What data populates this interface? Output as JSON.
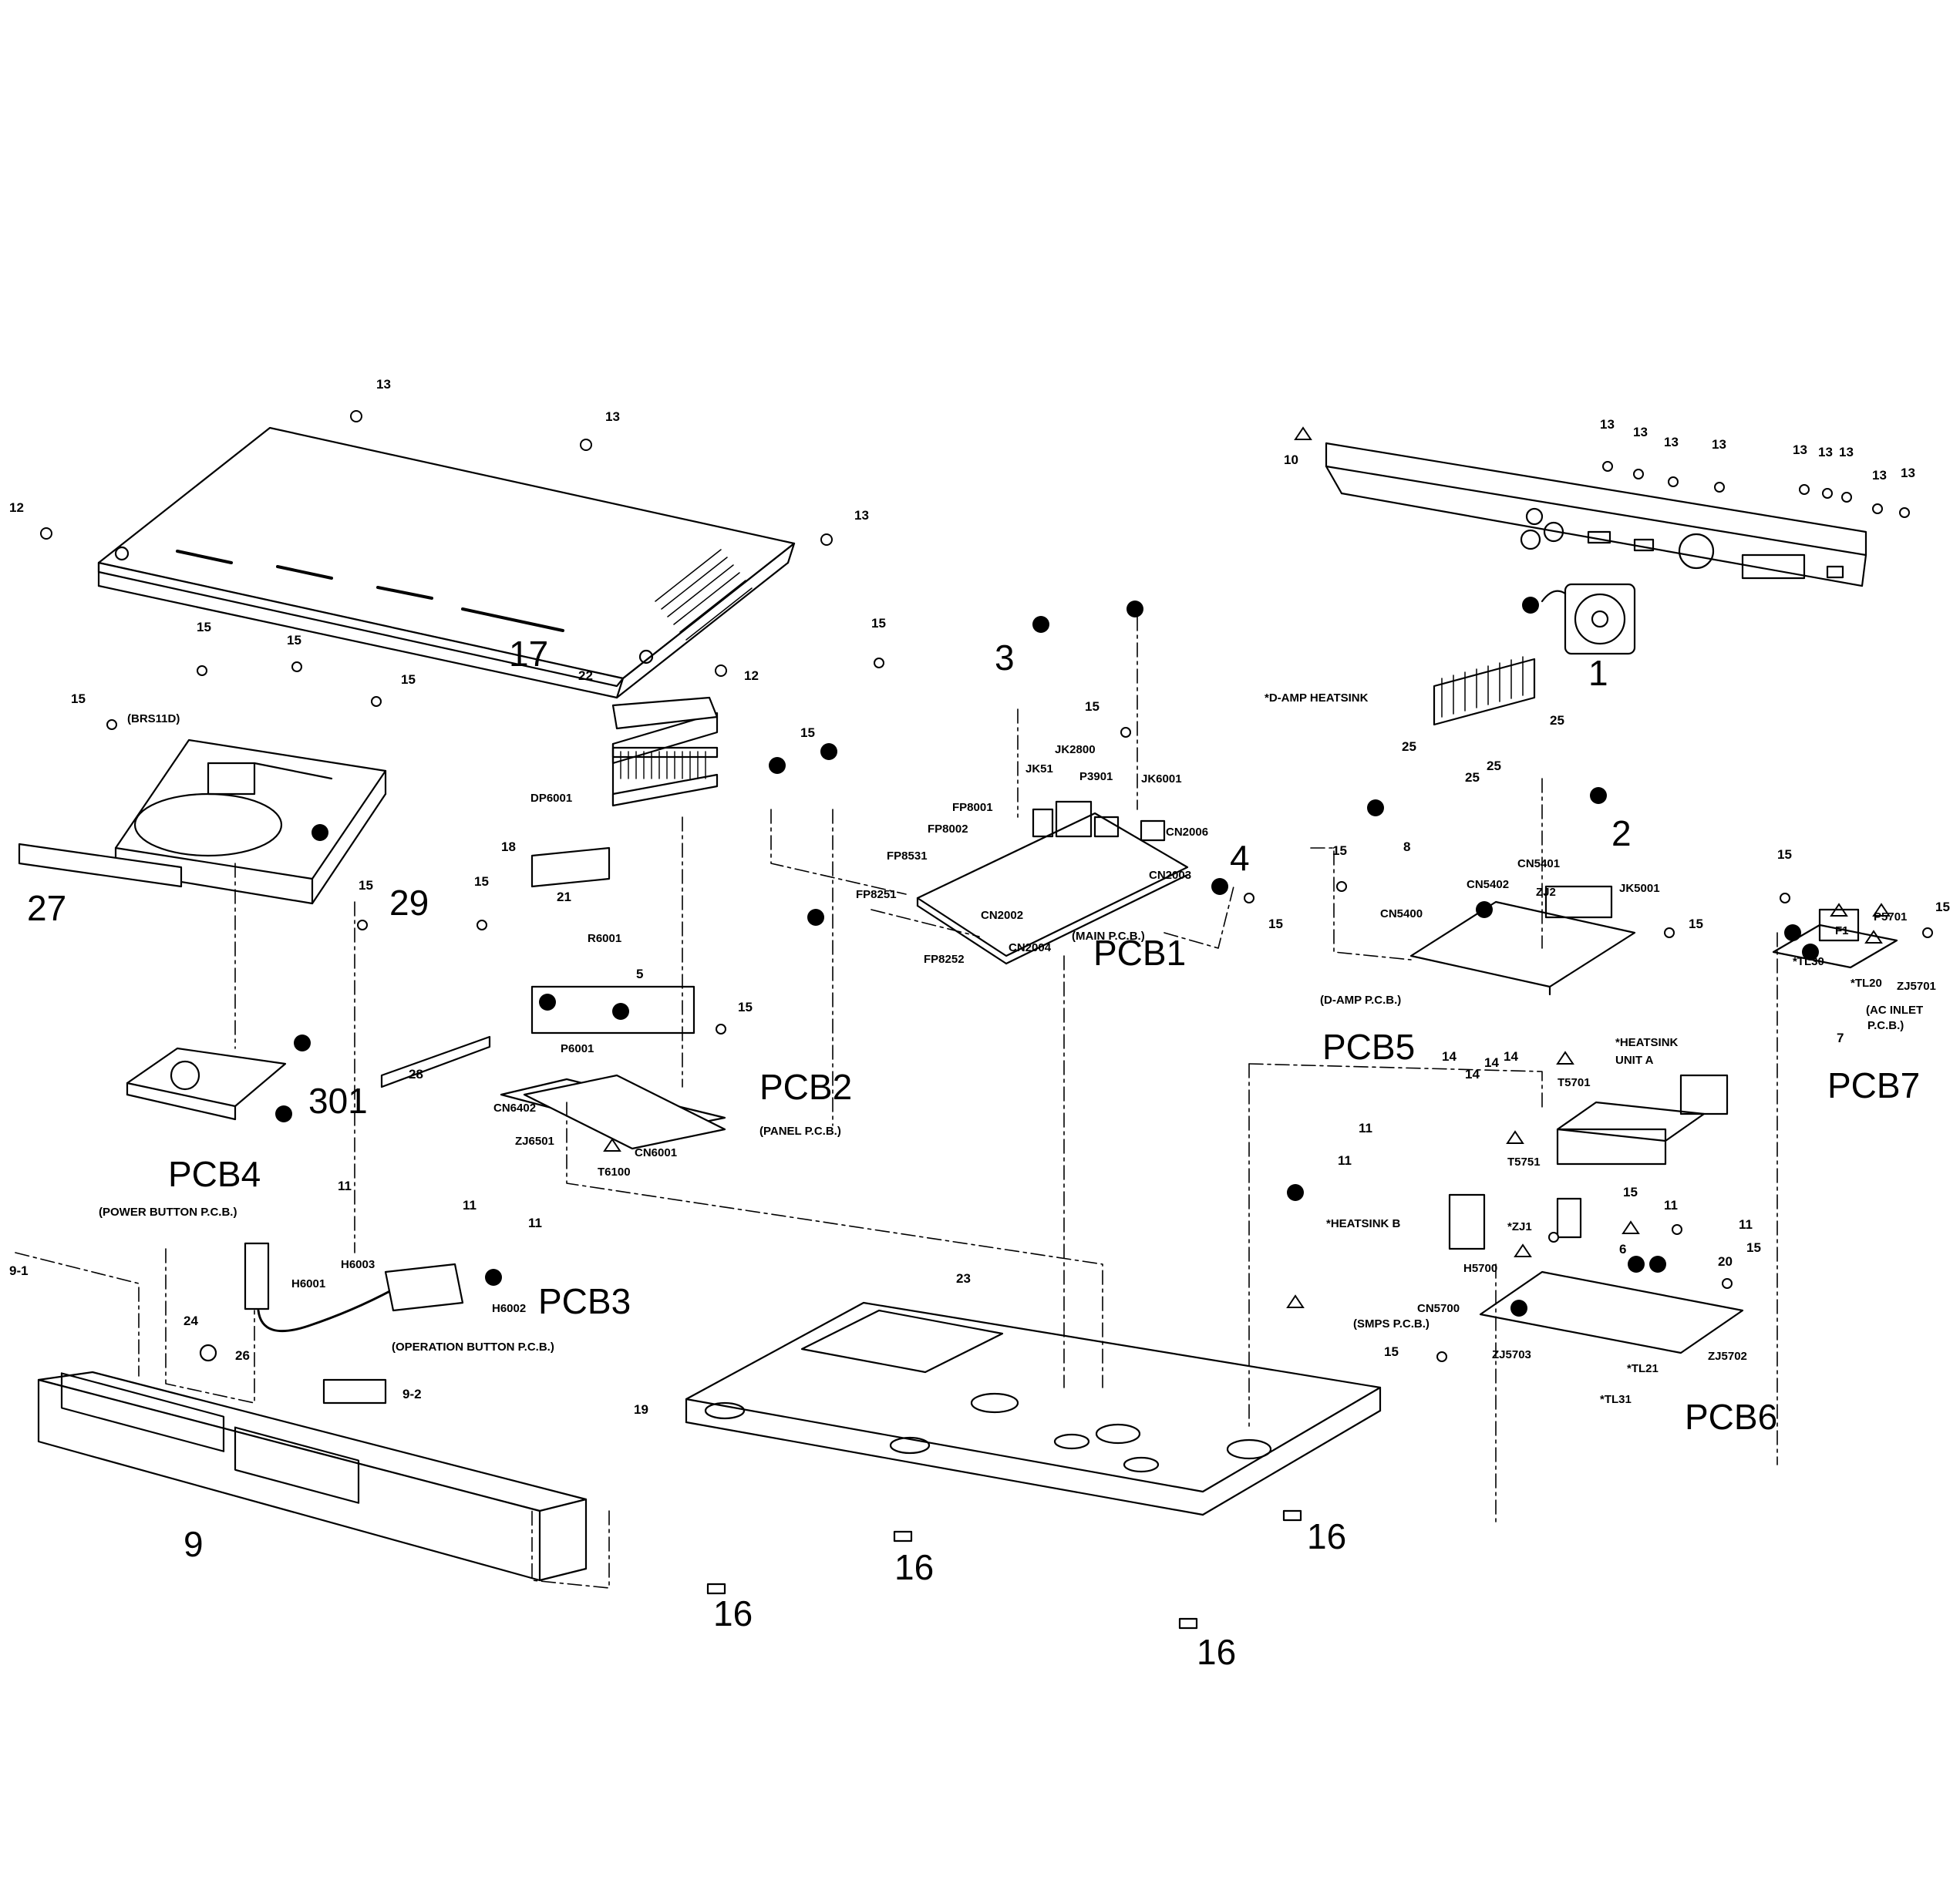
{
  "boards": {
    "pcb1": "PCB1",
    "pcb2": "PCB2",
    "pcb3": "PCB3",
    "pcb4": "PCB4",
    "pcb5": "PCB5",
    "pcb6": "PCB6",
    "pcb7": "PCB7"
  },
  "parts": {
    "p1": "1",
    "p2": "2",
    "p3": "3",
    "p4": "4",
    "p5": "5",
    "p6": "6",
    "p7": "7",
    "p8": "8",
    "p9": "9",
    "p9_1": "9-1",
    "p9_2": "9-2",
    "p10": "10",
    "p11": "11",
    "p12": "12",
    "p13": "13",
    "p14": "14",
    "p15": "15",
    "p16": "16",
    "p17": "17",
    "p18": "18",
    "p19": "19",
    "p20": "20",
    "p21": "21",
    "p22": "22",
    "p23": "23",
    "p24": "24",
    "p25": "25",
    "p26": "26",
    "p27": "27",
    "p28": "28",
    "p29": "29",
    "p301": "301"
  },
  "connectors": {
    "jk51": "JK51",
    "jk2800": "JK2800",
    "p3901": "P3901",
    "jk6001": "JK6001",
    "cn2006": "CN2006",
    "cn2003": "CN2003",
    "cn2002": "CN2002",
    "cn2004": "CN2004",
    "fp8001": "FP8001",
    "fp8002": "FP8002",
    "fp8531": "FP8531",
    "fp8251": "FP8251",
    "fp8252": "FP8252",
    "dp6001": "DP6001",
    "r6001": "R6001",
    "p6001": "P6001",
    "cn6402": "CN6402",
    "zj6501": "ZJ6501",
    "cn6001": "CN6001",
    "t6100": "T6100",
    "h6003": "H6003",
    "h6001": "H6001",
    "h6002": "H6002",
    "cn5401": "CN5401",
    "cn5402": "CN5402",
    "zj2": "ZJ2",
    "cn5400": "CN5400",
    "jk5001": "JK5001",
    "t5701": "T5701",
    "t5751": "T5751",
    "zj1": "*ZJ1",
    "h5700": "H5700",
    "cn5700": "CN5700",
    "zj5703": "ZJ5703",
    "tl21": "*TL21",
    "tl31": "*TL31",
    "zj5702": "ZJ5702",
    "f1": "F1",
    "p5701": "P5701",
    "tl30": "*TL30",
    "tl20": "*TL20",
    "zj5701": "ZJ5701"
  },
  "notes": {
    "brs11d": "(BRS11D)",
    "main_pcb": "(MAIN P.C.B.)",
    "panel_pcb": "(PANEL P.C.B.)",
    "power_button_pcb": "(POWER BUTTON P.C.B.)",
    "operation_button_pcb": "(OPERATION BUTTON P.C.B.)",
    "d_amp_pcb": "(D-AMP P.C.B.)",
    "smps_pcb": "(SMPS P.C.B.)",
    "ac_inlet_pcb_1": "(AC INLET",
    "ac_inlet_pcb_2": "P.C.B.)",
    "d_amp_heatsink": "*D-AMP HEATSINK",
    "heatsink_unit_a_1": "*HEATSINK",
    "heatsink_unit_a_2": "UNIT A",
    "heatsink_b": "*HEATSINK B"
  }
}
